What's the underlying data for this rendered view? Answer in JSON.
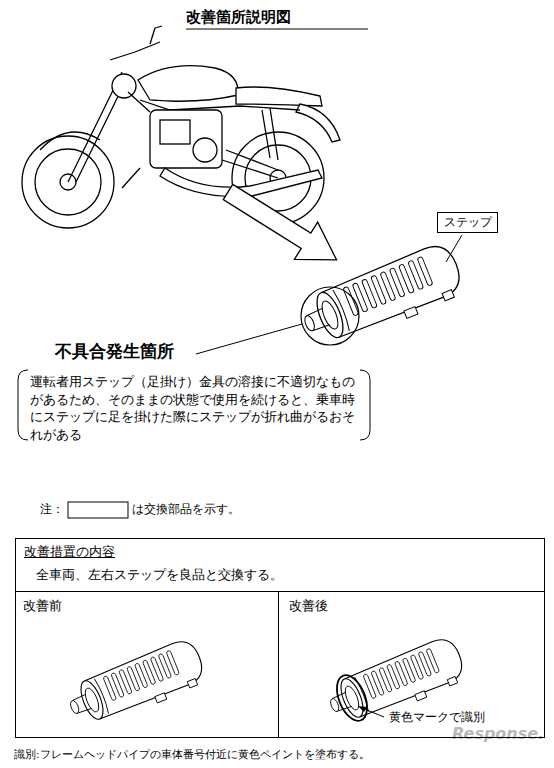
{
  "diagram": {
    "title": "改善箇所説明図",
    "nodes": [
      {
        "text": [
          "ステップ"
        ]
      },
      {
        "text": [
          "改善措置の内容",
          "全車両、左右ステップを良品と交換する。"
        ]
      },
      {
        "text": [
          "改善前"
        ],
        "in": 1
      },
      {
        "text": [
          "改善後",
          "黄色マークで識別"
        ],
        "in": 1
      }
    ],
    "labels": [
      "不具合発生箇所",
      "運転者用ステップ（足掛け）金具の溶接に不適切なものがあるため、そのままの状態で使用を続けると、乗車時にステップに足を掛けた際にステップが折れ曲がるおそれがある",
      "注：",
      "は交換部品を示す。",
      "識別:フレームヘッドパイプの車体番号付近に黄色ペイントを塗布する。",
      "Response."
    ]
  }
}
